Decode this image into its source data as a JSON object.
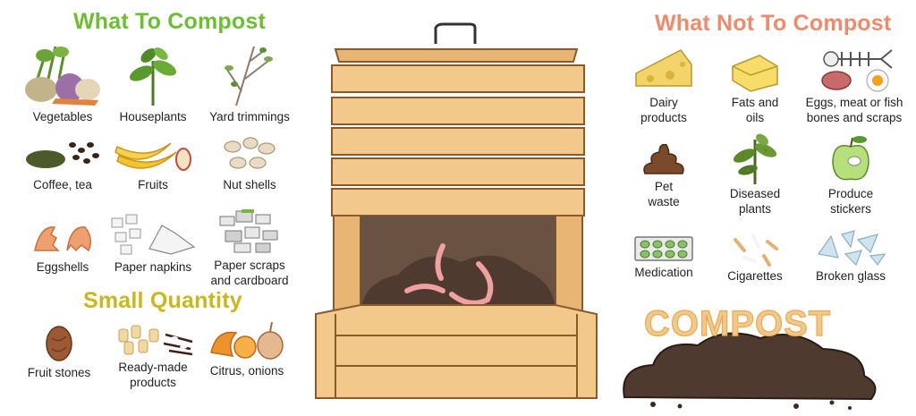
{
  "headings": {
    "what_to_compost": "What To Compost",
    "small_quantity": "Small Quantity",
    "what_not_to_compost": "What Not To Compost"
  },
  "compost_items": [
    {
      "label": "Vegetables",
      "icon": "vegetables-icon"
    },
    {
      "label": "Houseplants",
      "icon": "houseplant-icon"
    },
    {
      "label": "Yard trimmings",
      "icon": "twigs-icon"
    },
    {
      "label": "Coffee, tea",
      "icon": "coffee-beans-icon"
    },
    {
      "label": "Fruits",
      "icon": "banana-icon"
    },
    {
      "label": "Nut shells",
      "icon": "nut-shells-icon"
    },
    {
      "label": "Eggshells",
      "icon": "eggshell-icon"
    },
    {
      "label": "Paper napkins",
      "icon": "napkins-icon"
    },
    {
      "label": "Paper scraps\nand cardboard",
      "icon": "paper-scraps-icon"
    }
  ],
  "small_quantity_items": [
    {
      "label": "Fruit stones",
      "icon": "fruit-stone-icon"
    },
    {
      "label": "Ready-made\nproducts",
      "icon": "pasta-icon"
    },
    {
      "label": "Citrus, onions",
      "icon": "citrus-onion-icon"
    }
  ],
  "not_compost_items": [
    {
      "label": "Dairy\nproducts",
      "icon": "cheese-icon"
    },
    {
      "label": "Fats and\noils",
      "icon": "butter-icon"
    },
    {
      "label": "Eggs, meat or fish\nbones and scraps",
      "icon": "fish-bone-icon"
    },
    {
      "label": "Pet\nwaste",
      "icon": "pet-waste-icon"
    },
    {
      "label": "Diseased\nplants",
      "icon": "diseased-plant-icon"
    },
    {
      "label": "Produce\nstickers",
      "icon": "apple-sticker-icon"
    },
    {
      "label": "Medication",
      "icon": "pills-icon"
    },
    {
      "label": "Cigarettes",
      "icon": "cigarettes-icon"
    },
    {
      "label": "Broken glass",
      "icon": "broken-glass-icon"
    }
  ],
  "compost_word": "COMPOST",
  "colors": {
    "green_heading": "#6cbf2e",
    "yellow_heading": "#c9b81a",
    "red_heading": "#f08a6a",
    "wood": "#f3c98b",
    "wood_dark": "#d9a45e",
    "soil": "#5b4638",
    "worm": "#f0a0a0"
  }
}
